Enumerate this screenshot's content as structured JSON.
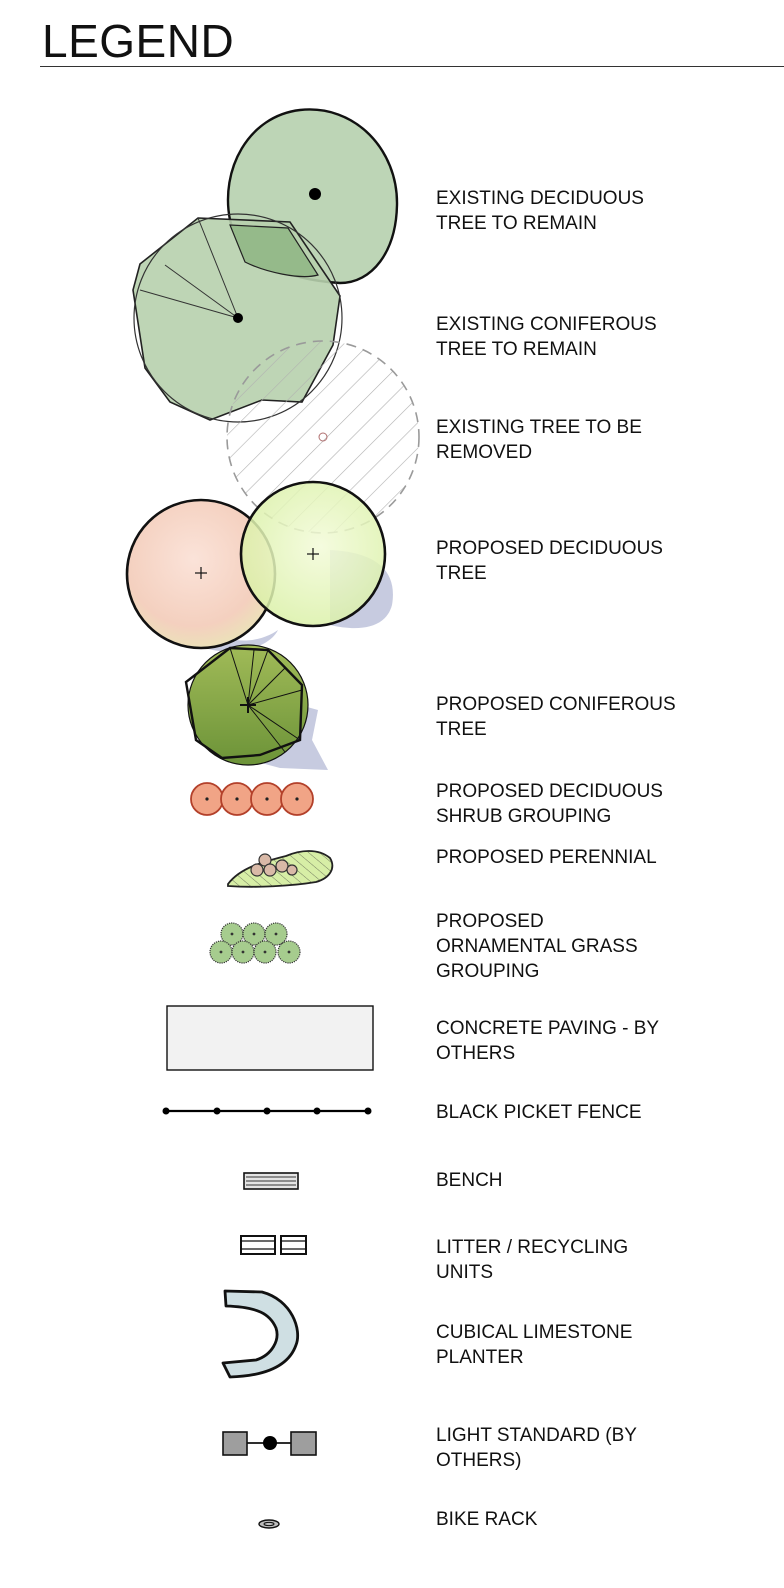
{
  "title": "LEGEND",
  "items": [
    {
      "key": "existing_deciduous",
      "label": "EXISTING DECIDUOUS\nTREE TO REMAIN",
      "fill": "#bdd5b6"
    },
    {
      "key": "existing_coniferous",
      "label": "EXISTING CONIFEROUS\nTREE TO REMAIN",
      "fill": "#b7d0ad"
    },
    {
      "key": "tree_removed",
      "label": "EXISTING TREE TO BE\nREMOVED",
      "stroke": "#9a9a9a"
    },
    {
      "key": "proposed_deciduous",
      "label": "PROPOSED DECIDUOUS\nTREE",
      "fill": "#f6d7c8",
      "fill_alt": "#e6f4b8"
    },
    {
      "key": "proposed_coniferous",
      "label": "PROPOSED CONIFEROUS\nTREE",
      "fill": "#7fa141"
    },
    {
      "key": "shrub_grouping",
      "label": "PROPOSED DECIDUOUS\nSHRUB GROUPING",
      "fill": "#f1a486"
    },
    {
      "key": "perennial",
      "label": "PROPOSED PERENNIAL",
      "fill": "#d7eea6"
    },
    {
      "key": "ornamental_grass",
      "label": "PROPOSED\nORNAMENTAL GRASS\nGROUPING",
      "fill": "#a6cc8e"
    },
    {
      "key": "concrete_paving",
      "label": "CONCRETE PAVING - BY\nOTHERS",
      "fill": "#f2f2f2"
    },
    {
      "key": "picket_fence",
      "label": "BLACK PICKET FENCE",
      "stroke": "#000000"
    },
    {
      "key": "bench",
      "label": "BENCH",
      "fill": "#e4e4e4"
    },
    {
      "key": "litter_recycling",
      "label": "LITTER / RECYCLING\nUNITS",
      "fill": "#ffffff"
    },
    {
      "key": "limestone_planter",
      "label": "CUBICAL LIMESTONE\nPLANTER",
      "fill": "#cfdfe3"
    },
    {
      "key": "light_standard",
      "label": "LIGHT STANDARD (BY\nOTHERS)",
      "fill": "#9e9e9e"
    },
    {
      "key": "bike_rack",
      "label": "BIKE RACK",
      "fill": "#bdbdbd"
    }
  ],
  "shadow_color": "#c7cbe0"
}
